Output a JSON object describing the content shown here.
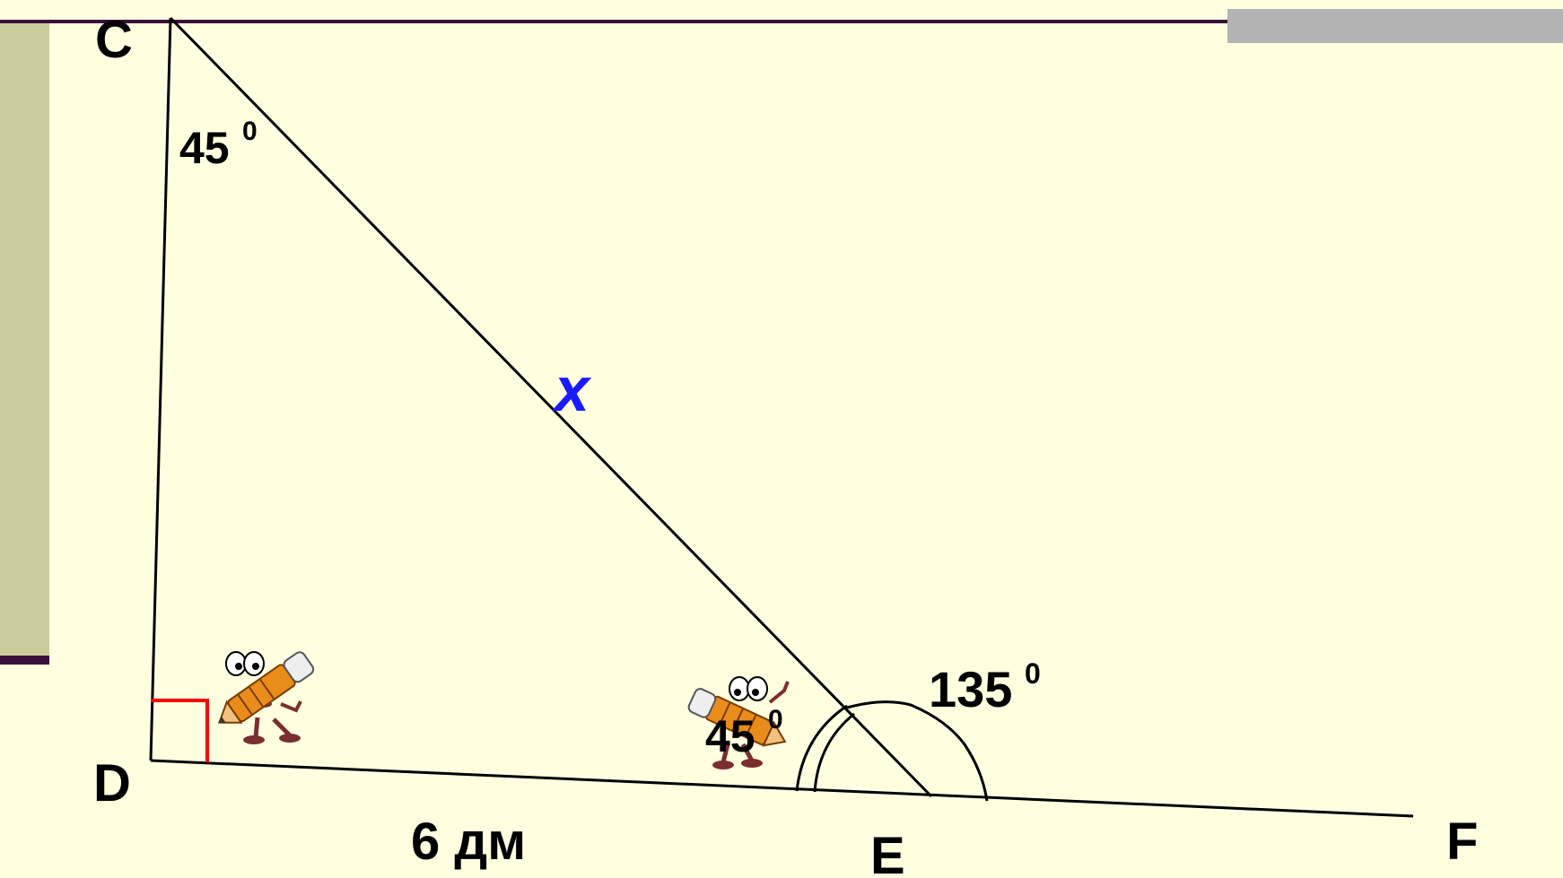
{
  "points": {
    "c": "C",
    "d": "D",
    "e": "E",
    "f": "F"
  },
  "angles": {
    "at_c": {
      "value": "45",
      "degree": "0"
    },
    "at_e_inner": {
      "value": "45",
      "degree": "0"
    },
    "at_e_outer": {
      "value": "135",
      "degree": "0"
    }
  },
  "sides": {
    "hypotenuse_ce": "x",
    "base_de": "6 дм"
  },
  "colors": {
    "background": "#ffffe0",
    "unknown_label": "#1a1aff",
    "right_angle_mark": "#ff0000",
    "lines": "#000000"
  },
  "icons": [
    "pencil-mascot-icon",
    "pencil-mascot-icon"
  ]
}
